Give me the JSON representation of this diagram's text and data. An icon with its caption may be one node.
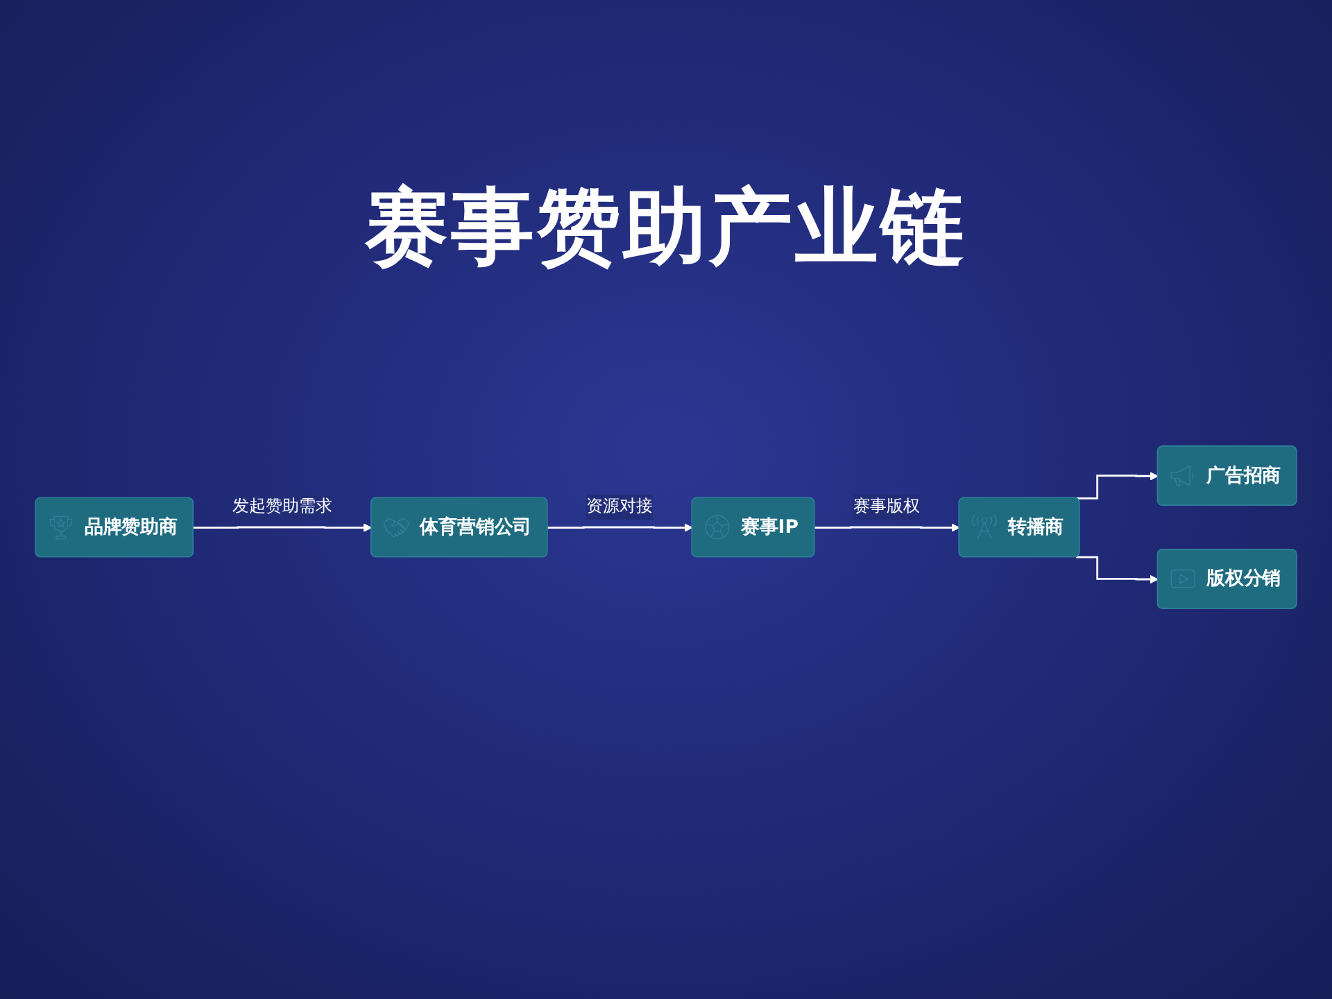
{
  "diagram": {
    "title": "赛事赞助产业链",
    "nodes": [
      {
        "text": [
          "品牌赞助商"
        ]
      },
      {
        "text": [
          "体育营销公司"
        ]
      },
      {
        "text": [
          "赛事IP"
        ]
      },
      {
        "text": [
          "转播商"
        ]
      },
      {
        "text": [
          "广告招商"
        ]
      },
      {
        "text": [
          "版权分销"
        ]
      }
    ],
    "edges": [
      {
        "from": 0,
        "to": 1,
        "arrow": "to",
        "label": "发起赞助需求"
      },
      {
        "from": 1,
        "to": 2,
        "arrow": "to",
        "label": "资源对接"
      },
      {
        "from": 2,
        "to": 3,
        "arrow": "to",
        "label": "赛事版权"
      },
      {
        "from": 3,
        "to": 4,
        "arrow": "to"
      },
      {
        "from": 3,
        "to": 5,
        "arrow": "to"
      }
    ]
  }
}
